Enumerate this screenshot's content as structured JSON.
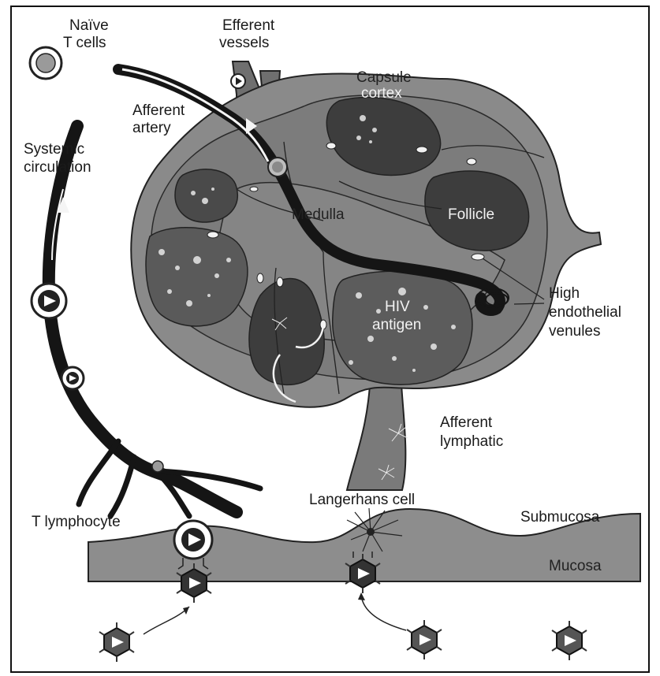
{
  "labels": {
    "naive_t_cells": [
      "Naïve",
      "T cells"
    ],
    "efferent_vessels": [
      "Efferent",
      "vessels"
    ],
    "afferent_artery": [
      "Afferent",
      "artery"
    ],
    "systemic_circulation": [
      "Systemic",
      "circulation"
    ],
    "capsule": "Capsule",
    "cortex": "cortex",
    "medulla": "Medulla",
    "follicle": "Follicle",
    "hiv_antigen": [
      "HIV",
      "antigen"
    ],
    "high_endothelial_venules": [
      "High",
      "endothelial",
      "venules"
    ],
    "afferent_lymphatic": [
      "Afferent",
      "lymphatic"
    ],
    "t_lymphocyte": "T lymphocyte",
    "langerhans_cell": "Langerhans cell",
    "submucosa": "Submucosa",
    "mucosa": "Mucosa"
  },
  "colors": {
    "node_fill": "#6e6e6e",
    "node_outer": "#8c8c8c",
    "tissue": "#9a9a9a",
    "dark_region": "#3e3e3e",
    "vessel": "#1c1c1c"
  }
}
